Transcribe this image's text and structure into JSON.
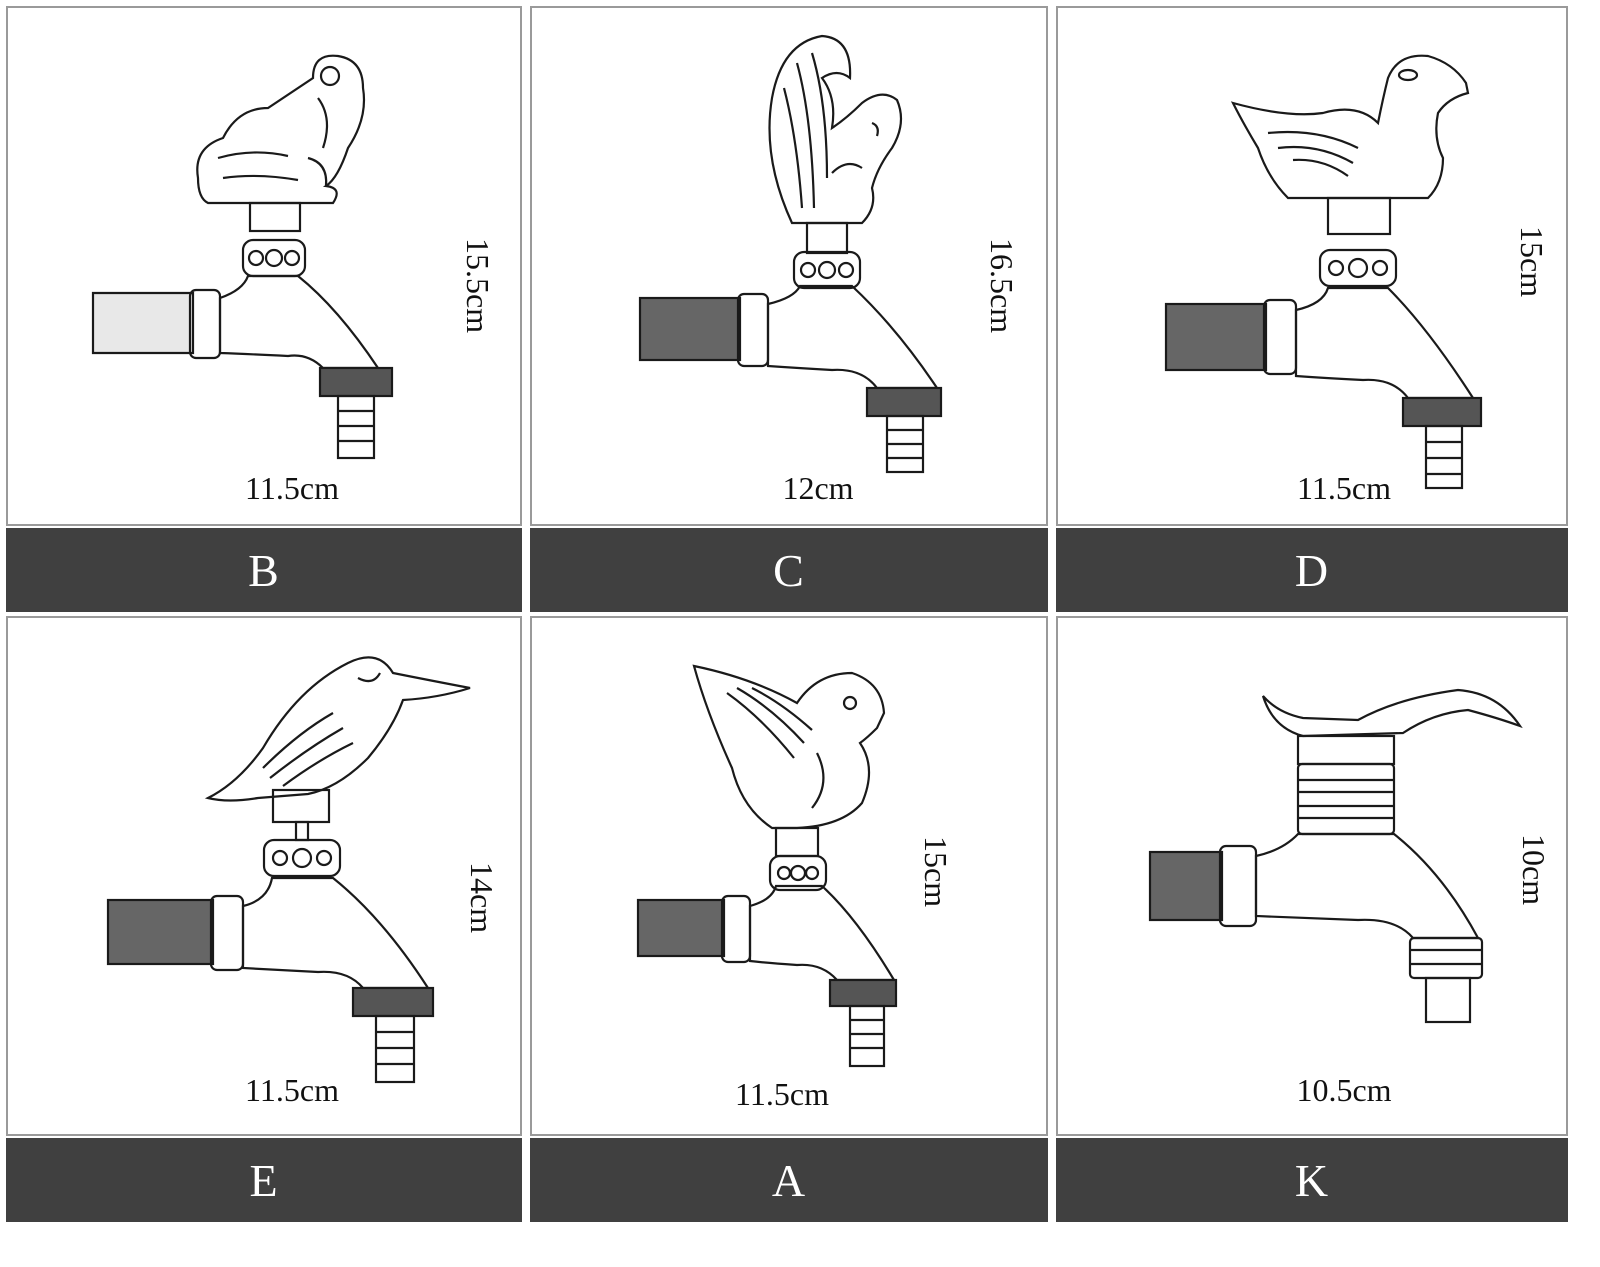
{
  "panels": [
    {
      "id": "frog",
      "label": "B",
      "width": "11.5cm",
      "height": "15.5cm",
      "figure": "frog"
    },
    {
      "id": "squirrel",
      "label": "C",
      "width": "12cm",
      "height": "16.5cm",
      "figure": "squirrel"
    },
    {
      "id": "duck",
      "label": "D",
      "width": "11.5cm",
      "height": "15cm",
      "figure": "duck"
    },
    {
      "id": "kingfisher",
      "label": "E",
      "width": "11.5cm",
      "height": "14cm",
      "figure": "kingfisher"
    },
    {
      "id": "sparrow",
      "label": "A",
      "width": "11.5cm",
      "height": "15cm",
      "figure": "sparrow"
    },
    {
      "id": "lever",
      "label": "K",
      "width": "10.5cm",
      "height": "10cm",
      "figure": "lever"
    }
  ],
  "colors": {
    "bar": "#404040",
    "line": "#1a1a1a",
    "border": "#9a9a9a"
  }
}
